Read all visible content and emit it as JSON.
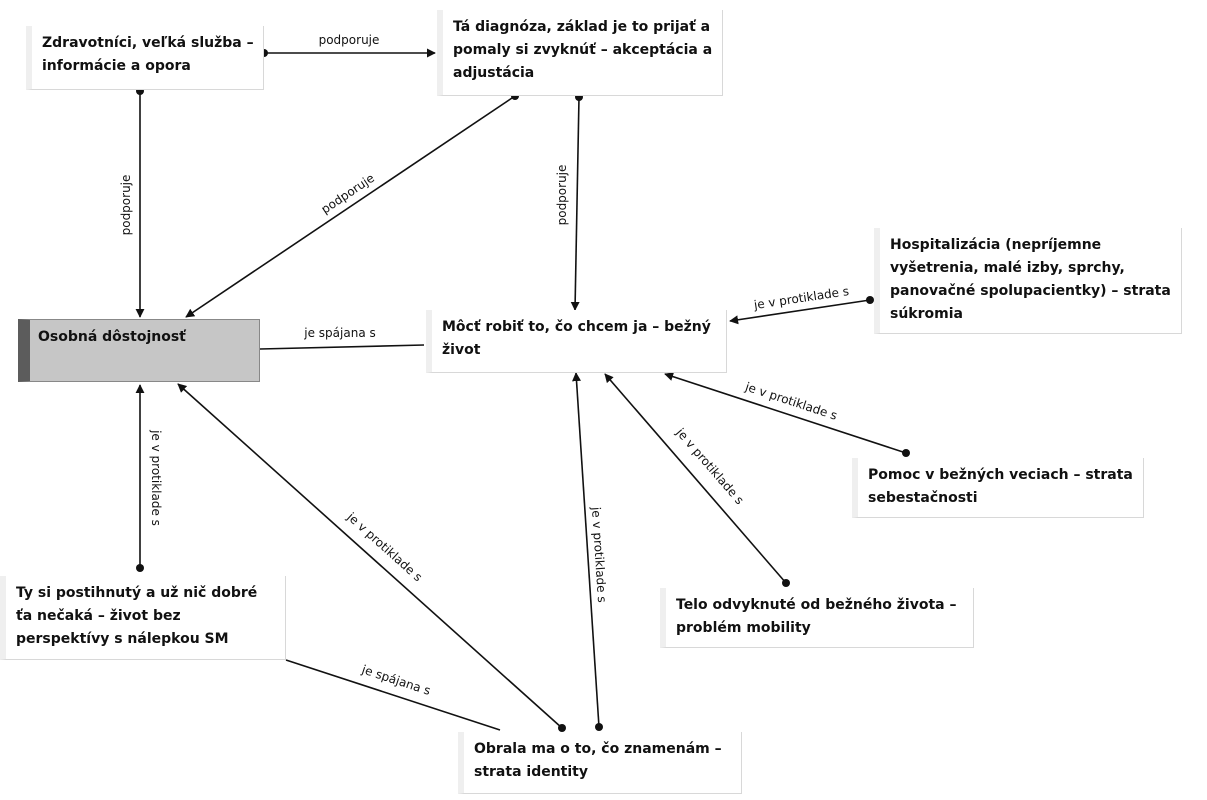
{
  "nodes": {
    "zdravotnici": "Zdravotníci, veľká služba – informácie a opora",
    "diagnoza": "Tá diagnóza, základ je to prijať a pomaly si zvyknúť – akceptácia a adjustácia",
    "dostojnost": "Osobná dôstojnosť",
    "moct": "Môcť robiť to, čo chcem ja – bežný život",
    "hospitalizacia": "Hospitalizácia (nepríjemne vyšetrenia, malé izby, sprchy, panovačné spolupacientky) – strata súkromia",
    "pomoc": "Pomoc v bežných veciach – strata sebestačnosti",
    "telo": "Telo odvyknuté od bežného života – problém mobility",
    "postihnuty": "Ty si postihnutý a už nič dobré ťa nečaká – život bez perspektívy s nálepkou SM",
    "obrala": "Obrala ma o to, čo znamenám – strata identity"
  },
  "edges": {
    "zdrav_diag": "podporuje",
    "zdrav_dost": "podporuje",
    "diag_dost": "podporuje",
    "diag_moct": "podporuje",
    "dost_moct": "je spájana s",
    "hosp_moct": "je v protiklade s",
    "pomoc_moct": "je v protiklade s",
    "telo_moct": "je v protiklade s",
    "obrala_moct": "je v protiklade s",
    "obrala_dost": "je v protiklade s",
    "post_dost": "je v protiklade s",
    "post_obrala": "je spájana s"
  }
}
